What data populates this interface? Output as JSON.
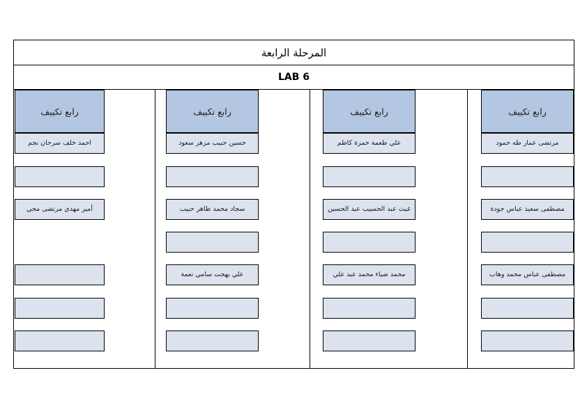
{
  "document": {
    "title": "المرحلة الرابعة",
    "lab": "LAB 6",
    "colors": {
      "header_fill": "#b4c7e2",
      "cell_fill": "#dce3ef",
      "border": "#000000",
      "text": "#1a1a1a"
    }
  },
  "columns": [
    {
      "header": "رابع تكييف",
      "cells": [
        "مرتضى عمار طه حمود",
        "",
        "مصطفى سعيد عباس جودة",
        "",
        "مصطفى عباس محمد وهاب",
        "",
        ""
      ]
    },
    {
      "header": "رابع تكييف",
      "cells": [
        "علي طعمة حمزة كاظم",
        "",
        "غيث عبد الحسيب عبد الحسين",
        "",
        "محمد ضياء محمد عبد علي",
        "",
        ""
      ]
    },
    {
      "header": "رابع تكييف",
      "cells": [
        "حسين حبيب مزهر سعود",
        "",
        "سجاد محمد ظاهر حبيب",
        "",
        "علي بهجت سامي نعمة",
        "",
        ""
      ]
    },
    {
      "header": "رابع تكييف",
      "cells": [
        "احمد خلف سرحان نجم",
        "",
        "أمير مهدي مرتضى محي",
        null,
        "",
        "",
        ""
      ]
    }
  ]
}
